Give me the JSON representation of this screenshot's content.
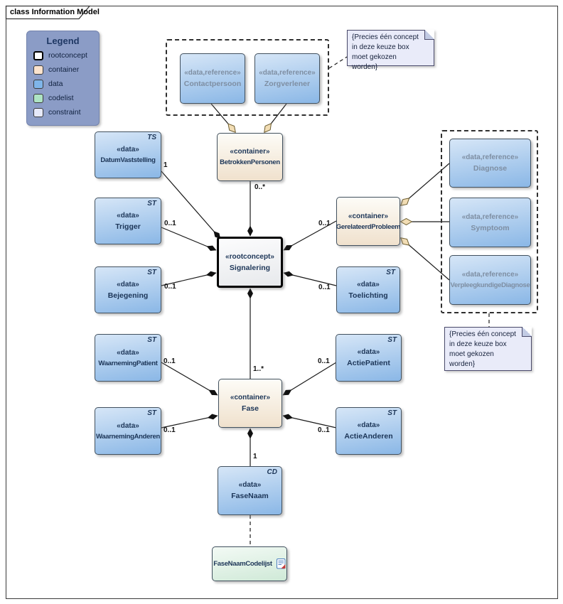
{
  "frame": {
    "title": "class Information Model"
  },
  "legend": {
    "title": "Legend",
    "items": [
      {
        "label": "rootconcept",
        "color": "#ffffff"
      },
      {
        "label": "container",
        "color": "#fbe3cd"
      },
      {
        "label": "data",
        "color": "#7fb5e9"
      },
      {
        "label": "codelist",
        "color": "#aee4c4"
      },
      {
        "label": "constraint",
        "color": "#e6e9fa"
      }
    ]
  },
  "notes": {
    "top_constraint": "{Precies één concept in deze keuze box moet gekozen worden}",
    "bottom_constraint": "{Precies één concept in deze keuze box moet gekozen worden}"
  },
  "nodes": {
    "contactpersoon": {
      "stereotype": "«data,reference»",
      "name": "Contactpersoon"
    },
    "zorgverlener": {
      "stereotype": "«data,reference»",
      "name": "Zorgverlener"
    },
    "betrokkenpersonen": {
      "stereotype": "«container»",
      "name": "BetrokkenPersonen"
    },
    "datumvaststelling": {
      "stereotype": "«data»",
      "name": "DatumVaststelling",
      "tag": "TS"
    },
    "trigger": {
      "stereotype": "«data»",
      "name": "Trigger",
      "tag": "ST"
    },
    "bejegening": {
      "stereotype": "«data»",
      "name": "Bejegening",
      "tag": "ST"
    },
    "signalering": {
      "stereotype": "«rootconcept»",
      "name": "Signalering"
    },
    "gerelateerdprobleem": {
      "stereotype": "«container»",
      "name": "GerelateerdProbleem"
    },
    "toelichting": {
      "stereotype": "«data»",
      "name": "Toelichting",
      "tag": "ST"
    },
    "diagnose": {
      "stereotype": "«data,reference»",
      "name": "Diagnose"
    },
    "symptoom": {
      "stereotype": "«data,reference»",
      "name": "Symptoom"
    },
    "verpleegkundigediagnose": {
      "stereotype": "«data,reference»",
      "name": "VerpleegkundigeDiagnose"
    },
    "waarnemingpatient": {
      "stereotype": "«data»",
      "name": "WaarnemingPatient",
      "tag": "ST"
    },
    "waarneminganderen": {
      "stereotype": "«data»",
      "name": "WaarnemingAnderen",
      "tag": "ST"
    },
    "fase": {
      "stereotype": "«container»",
      "name": "Fase"
    },
    "actiepatient": {
      "stereotype": "«data»",
      "name": "ActiePatient",
      "tag": "ST"
    },
    "actieanderen": {
      "stereotype": "«data»",
      "name": "ActieAnderen",
      "tag": "ST"
    },
    "fasenaam": {
      "stereotype": "«data»",
      "name": "FaseNaam",
      "tag": "CD"
    },
    "fasenaamcodelijst": {
      "name": "FaseNaamCodelijst"
    }
  },
  "multiplicities": {
    "datumvaststelling": "1",
    "trigger": "0..1",
    "bejegening": "0..1",
    "betrokkenpersonen": "0..*",
    "gerelateerdprobleem": "0..1",
    "toelichting": "0..1",
    "waarnemingpatient": "0..1",
    "waarneminganderen": "0..1",
    "fase": "1..*",
    "actiepatient": "0..1",
    "actieanderen": "0..1",
    "fasenaam": "1"
  },
  "colors": {
    "data_fill_top": "#d6e6f7",
    "data_fill_bottom": "#8ab7e6",
    "container_fill_top": "#fdfcf7",
    "container_fill_bottom": "#f0e1cd",
    "rootconcept_fill": "#f2f3f5",
    "codelist_fill": "#cfe9d7",
    "note_fill": "#e9ebf9",
    "legend_bg": "#8b9cc6",
    "diamond_black": "#111111",
    "diamond_tan": "#f2ddb4",
    "reference_text": "#7e8ea2"
  }
}
